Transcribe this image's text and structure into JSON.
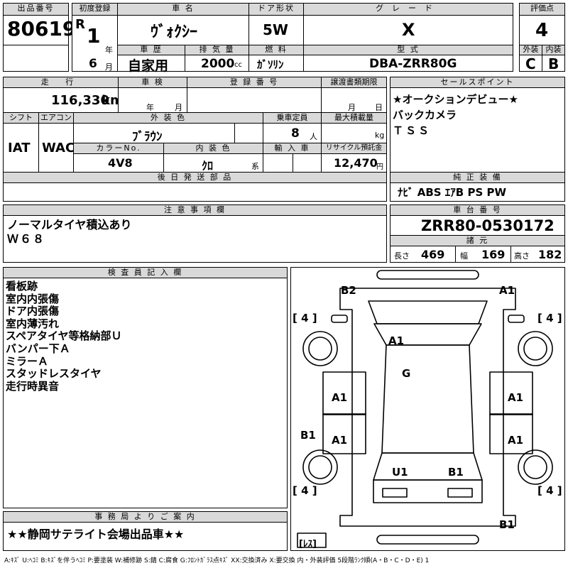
{
  "header": {
    "lot_label": "出品番号",
    "lot_no": "80619",
    "reg_label": "初度登録",
    "era": "R",
    "year": "1",
    "year_unit": "年",
    "month": "6",
    "month_unit": "月",
    "car_name_label": "車 名",
    "car_name": "ｳﾞｫｸｼｰ",
    "doors_label": "ドア形状",
    "doors": "5W",
    "grade_label": "グレード",
    "grade": "X",
    "score_label": "評価点",
    "score": "4",
    "history_label": "車 歴",
    "history": "自家用",
    "displacement_label": "排 気 量",
    "displacement": "2000",
    "displacement_unit": "cc",
    "fuel_label": "燃 料",
    "fuel": "ｶﾞｿﾘﾝ",
    "model_label": "型 式",
    "model": "DBA-ZRR80G",
    "ext_label": "外装",
    "ext": "C",
    "int_label": "内装",
    "int": "B"
  },
  "specs": {
    "mileage_label": "走 行",
    "mileage": "116,330",
    "mileage_unit": "km",
    "inspection_label": "車 検",
    "insp_year": "年",
    "insp_month": "月",
    "regno_label": "登 録 番 号",
    "transfer_label": "譲渡書類期限",
    "transfer_month": "月",
    "transfer_day": "日",
    "shift_label": "シフト",
    "shift": "IAT",
    "ac_label": "エアコン",
    "ac": "WAC",
    "color_label": "外 装 色",
    "color": "ﾌﾞﾗｳﾝ",
    "capacity_label": "乗車定員",
    "capacity": "8",
    "capacity_unit": "人",
    "load_label": "最大積載量",
    "load_unit": "kg",
    "color_no_label": "カラーNo.",
    "color_no": "4V8",
    "interior_color_label": "内 装 色",
    "interior_color": "ｸﾛ",
    "interior_suffix": "系",
    "import_label": "輸 入 車",
    "recycle_label": "リサイクル預託金",
    "recycle": "12,470",
    "recycle_unit": "円",
    "later_parts_label": "後 日 発 送 部 品"
  },
  "sales_points": {
    "label": "セールスポイント",
    "items": [
      "★オークションデビュー★",
      "バックカメラ",
      "ＴＳＳ"
    ]
  },
  "equipment": {
    "label": "純 正 装 備",
    "value": "ﾅﾋﾞ ABS ｴｱB PS PW"
  },
  "notes": {
    "label": "注 意 事 項 欄",
    "lines": [
      "ノーマルタイヤ積込あり",
      "Ｗ６８"
    ]
  },
  "chassis": {
    "label": "車 台 番 号",
    "value": "ZRR80-0530172",
    "dims_label": "諸 元",
    "length_label": "長さ",
    "length": "469",
    "width_label": "幅",
    "width": "169",
    "height_label": "高さ",
    "height": "182"
  },
  "inspector": {
    "label": "検 査 員 記 入 欄",
    "lines": [
      "看板跡",
      "室内内張傷",
      "ドア内張傷",
      "室内薄汚れ",
      "スペアタイヤ等格納部Ｕ",
      "バンパー下Ａ",
      "ミラーＡ",
      "スタッドレスタイヤ",
      "走行時異音"
    ]
  },
  "office": {
    "label": "事 務 局 よ り ご 案 内",
    "message": "★★静岡サテライト会場出品車★★"
  },
  "diagram": {
    "marks": [
      "B2",
      "A1",
      "A1",
      "G",
      "A1",
      "A1",
      "B1",
      "A1",
      "A1",
      "U1",
      "B1",
      "B1"
    ],
    "tire_brackets": [
      "[ 4 ]",
      "[ 4 ]",
      "[ 4 ]",
      "[ 4 ]"
    ],
    "spare": "[ﾚｽ]"
  },
  "legend": "A:ｷｽﾞ U:ﾍｺﾐ B:ｷｽﾞを伴うﾍｺﾐ P:要塗装 W:補修跡 S:錆 C:腐食 G:ﾌﾛﾝﾄｶﾞﾗｽ点ｷｽﾞ XX:交換済み X:要交換 内・外装評価 5段階ﾗﾝｸ順(A・B・C・D・E) 1"
}
